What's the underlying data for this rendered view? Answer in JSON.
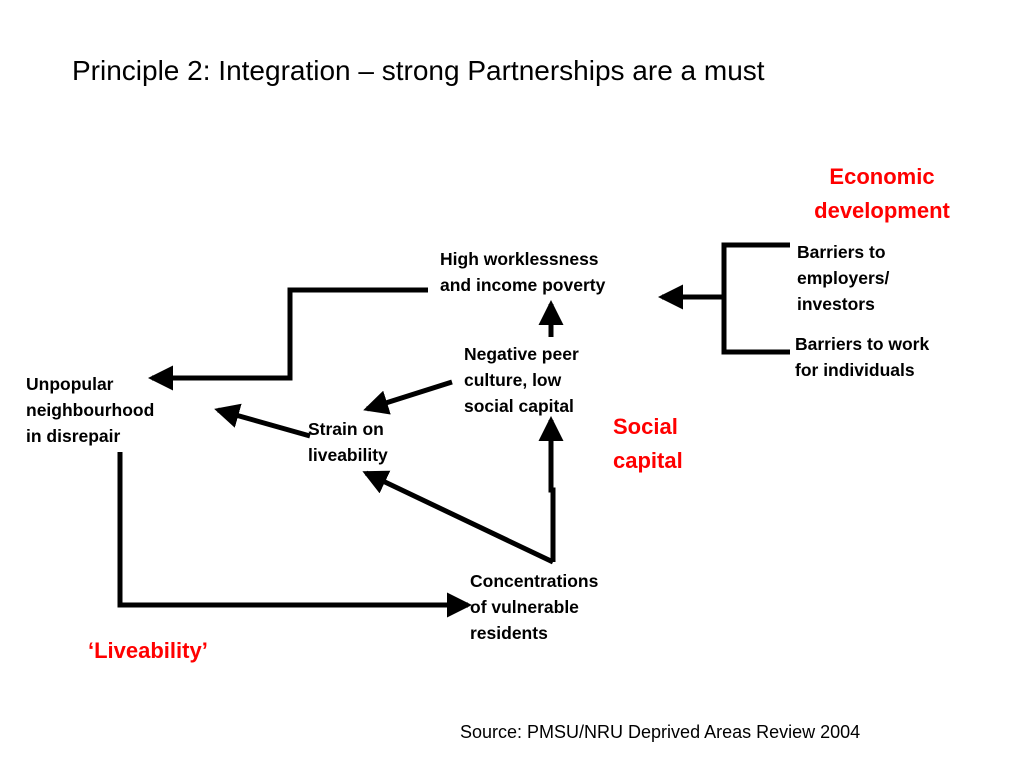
{
  "title": "Principle 2: Integration – strong Partnerships are a must",
  "nodes": {
    "high_worklessness": [
      "High worklessness",
      "and income poverty"
    ],
    "negative_peer": [
      "Negative peer",
      "culture, low",
      "social capital"
    ],
    "unpopular": [
      "Unpopular",
      "neighbourhood",
      "in disrepair"
    ],
    "strain": [
      "Strain on",
      "liveability"
    ],
    "concentrations": [
      "Concentrations",
      "of vulnerable",
      "residents"
    ],
    "barriers_employers": [
      "Barriers to",
      "employers/",
      "investors"
    ],
    "barriers_work": [
      "Barriers to work",
      "for individuals"
    ]
  },
  "themes": {
    "economic": [
      "Economic",
      "development"
    ],
    "social": [
      "Social",
      "capital"
    ],
    "liveability": "‘Liveability’"
  },
  "source": "Source: PMSU/NRU Deprived Areas Review 2004",
  "colors": {
    "theme": "#ff0000",
    "text": "#000000",
    "arrow": "#000000"
  }
}
